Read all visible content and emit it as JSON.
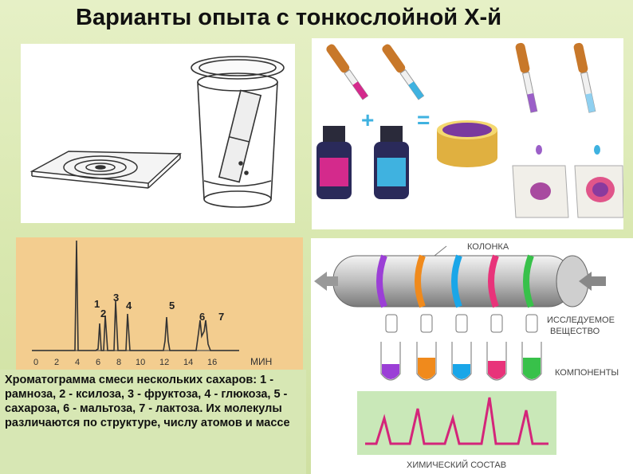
{
  "title": "Варианты опыта с тонкослойной Х-й",
  "dyes_panel": {
    "plus": "+",
    "equals": "="
  },
  "chromatogram": {
    "peak_labels": [
      "1",
      "2",
      "3",
      "4",
      "5",
      "6",
      "7"
    ],
    "x_ticks": [
      "0",
      "2",
      "4",
      "6",
      "8",
      "10",
      "12",
      "14",
      "16"
    ],
    "x_unit": "МИН"
  },
  "caption": "Хроматограмма смеси нескольких сахаров: 1 - рамноза, 2 - ксилоза, 3 - фруктоза, 4 - глюкоза, 5 - сахароза, 6 - мальтоза, 7 - лактоза. Их молекулы различаются по структуре, числу атомов и массе",
  "column_diagram": {
    "column_label": "КОЛОНКА",
    "substance_label_line1": "ИССЛЕДУЕМОЕ",
    "substance_label_line2": "ВЕЩЕСТВО",
    "components_label": "КОМПОНЕНТЫ",
    "composition_label": "ХИМИЧЕСКИЙ СОСТАВ",
    "band_colors": [
      "#9b3fd6",
      "#f08a1c",
      "#1aa6e8",
      "#e8337a",
      "#38c14a"
    ]
  },
  "colors": {
    "magenta": "#d42a8c",
    "cyan": "#3fb2e0",
    "purple": "#7a3a9e",
    "peak_line": "#d4257a"
  }
}
